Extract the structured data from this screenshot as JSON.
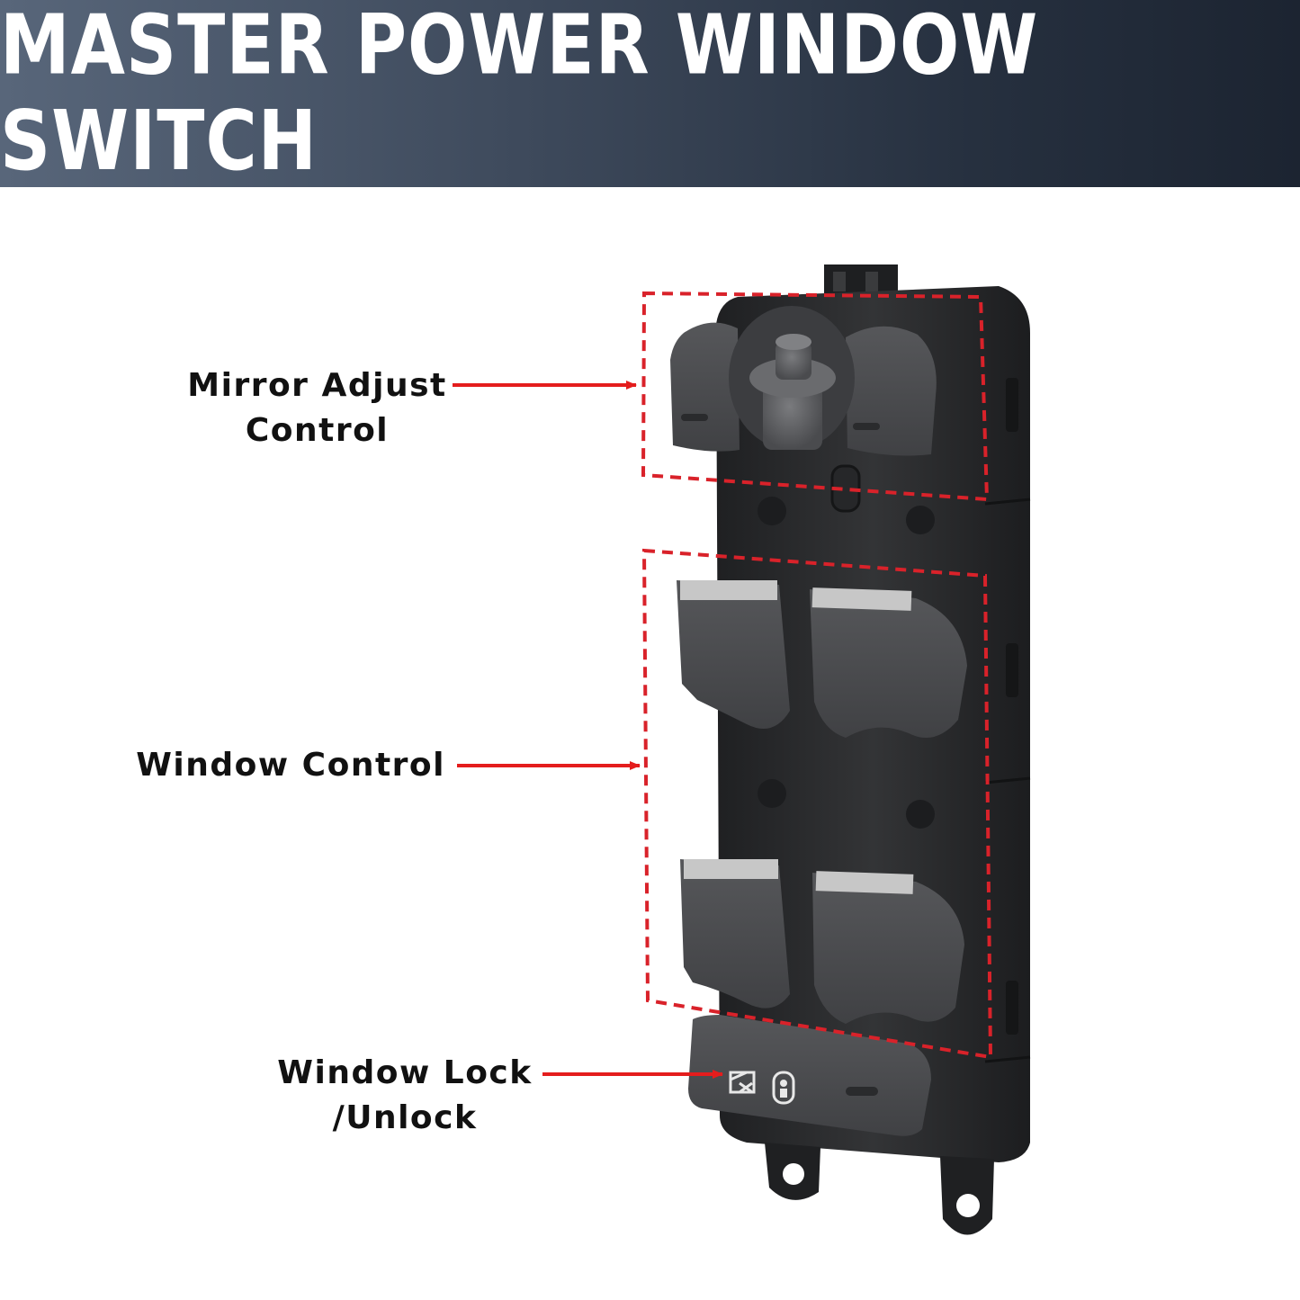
{
  "banner": {
    "title": "MASTER POWER WINDOW SWITCH",
    "gradient_colors": [
      "#58667a",
      "#1c2431"
    ]
  },
  "callouts": [
    {
      "line1": "Mirror Adjust",
      "line2": "Control"
    },
    {
      "line1": "Window Control"
    },
    {
      "line1": "Window Lock",
      "line2": "/Unlock"
    }
  ],
  "colors": {
    "arrow": "#e41d1d",
    "dashed_box": "#d9222a",
    "switch_body": "#2e2f31",
    "switch_button": "#4a4b4d",
    "switch_tab": "#c7c7c7"
  },
  "icons": [
    "window-lock-icon",
    "child-lock-icon"
  ]
}
